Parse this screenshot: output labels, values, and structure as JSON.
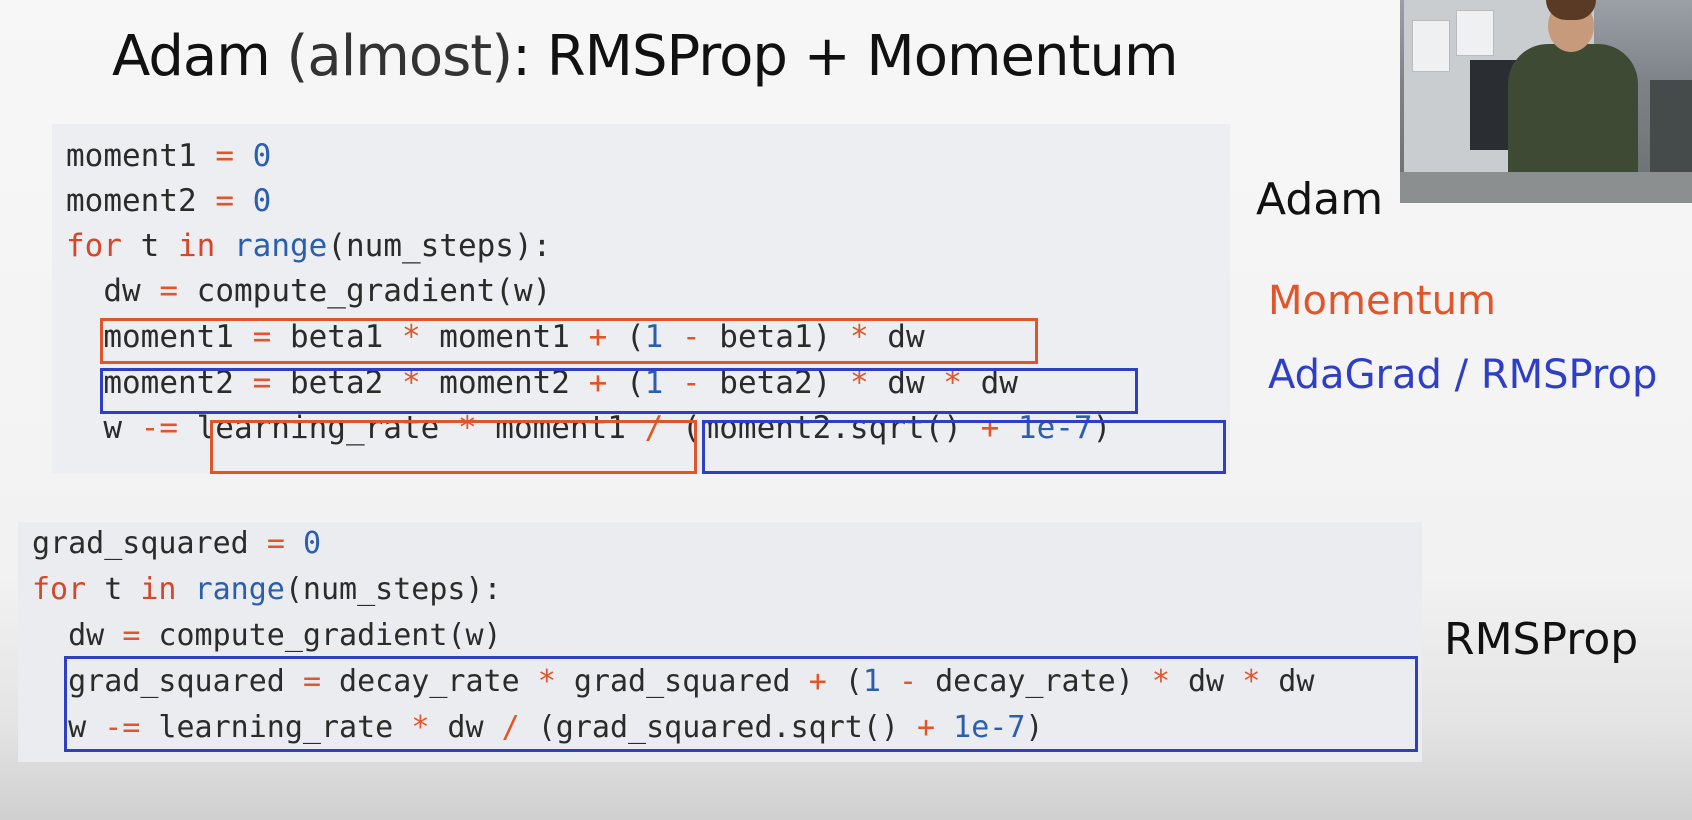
{
  "slide": {
    "title_main": "Adam",
    "title_paren": " (almost)",
    "title_rest": ": RMSProp + Momentum"
  },
  "adam_code": {
    "lines": [
      [
        [
          "moment1 ",
          "id"
        ],
        [
          "=",
          "op"
        ],
        [
          " ",
          "id"
        ],
        [
          "0",
          "num"
        ]
      ],
      [
        [
          "moment2 ",
          "id"
        ],
        [
          "=",
          "op"
        ],
        [
          " ",
          "id"
        ],
        [
          "0",
          "num"
        ]
      ],
      [
        [
          "for",
          "kw"
        ],
        [
          " t ",
          "id"
        ],
        [
          "in",
          "kw"
        ],
        [
          " ",
          "id"
        ],
        [
          "range",
          "fn"
        ],
        [
          "(num_steps):",
          "id"
        ]
      ],
      [
        [
          "  dw ",
          "id"
        ],
        [
          "=",
          "op"
        ],
        [
          " compute_gradient(w)",
          "id"
        ]
      ],
      [
        [
          "  moment1 ",
          "id"
        ],
        [
          "=",
          "op"
        ],
        [
          " beta1 ",
          "id"
        ],
        [
          "*",
          "op"
        ],
        [
          " moment1 ",
          "id"
        ],
        [
          "+",
          "op"
        ],
        [
          " (",
          "id"
        ],
        [
          "1",
          "num"
        ],
        [
          " ",
          "id"
        ],
        [
          "-",
          "op"
        ],
        [
          " beta1) ",
          "id"
        ],
        [
          "*",
          "op"
        ],
        [
          " dw",
          "id"
        ]
      ],
      [
        [
          "  moment2 ",
          "id"
        ],
        [
          "=",
          "op"
        ],
        [
          " beta2 ",
          "id"
        ],
        [
          "*",
          "op"
        ],
        [
          " moment2 ",
          "id"
        ],
        [
          "+",
          "op"
        ],
        [
          " (",
          "id"
        ],
        [
          "1",
          "num"
        ],
        [
          " ",
          "id"
        ],
        [
          "-",
          "op"
        ],
        [
          " beta2) ",
          "id"
        ],
        [
          "*",
          "op"
        ],
        [
          " dw ",
          "id"
        ],
        [
          "*",
          "op"
        ],
        [
          " dw",
          "id"
        ]
      ],
      [
        [
          "  w ",
          "id"
        ],
        [
          "-=",
          "op"
        ],
        [
          " learning_rate ",
          "id"
        ],
        [
          "*",
          "op"
        ],
        [
          " moment1 ",
          "id"
        ],
        [
          "/",
          "op"
        ],
        [
          " (moment2.sqrt() ",
          "id"
        ],
        [
          "+",
          "op"
        ],
        [
          " ",
          "id"
        ],
        [
          "1e-7",
          "num"
        ],
        [
          ")",
          "id"
        ]
      ]
    ]
  },
  "rmsprop_code": {
    "lines": [
      [
        [
          "grad_squared ",
          "id"
        ],
        [
          "=",
          "op"
        ],
        [
          " ",
          "id"
        ],
        [
          "0",
          "num"
        ]
      ],
      [
        [
          "for",
          "kw"
        ],
        [
          " t ",
          "id"
        ],
        [
          "in",
          "kw"
        ],
        [
          " ",
          "id"
        ],
        [
          "range",
          "fn"
        ],
        [
          "(num_steps):",
          "id"
        ]
      ],
      [
        [
          "  dw ",
          "id"
        ],
        [
          "=",
          "op"
        ],
        [
          " compute_gradient(w)",
          "id"
        ]
      ],
      [
        [
          "  grad_squared ",
          "id"
        ],
        [
          "=",
          "op"
        ],
        [
          " decay_rate ",
          "id"
        ],
        [
          "*",
          "op"
        ],
        [
          " grad_squared ",
          "id"
        ],
        [
          "+",
          "op"
        ],
        [
          " (",
          "id"
        ],
        [
          "1",
          "num"
        ],
        [
          " ",
          "id"
        ],
        [
          "-",
          "op"
        ],
        [
          " decay_rate) ",
          "id"
        ],
        [
          "*",
          "op"
        ],
        [
          " dw ",
          "id"
        ],
        [
          "*",
          "op"
        ],
        [
          " dw",
          "id"
        ]
      ],
      [
        [
          "  w ",
          "id"
        ],
        [
          "-=",
          "op"
        ],
        [
          " learning_rate ",
          "id"
        ],
        [
          "*",
          "op"
        ],
        [
          " dw ",
          "id"
        ],
        [
          "/",
          "op"
        ],
        [
          " (grad_squared.sqrt() ",
          "id"
        ],
        [
          "+",
          "op"
        ],
        [
          " ",
          "id"
        ],
        [
          "1e-7",
          "num"
        ],
        [
          ")",
          "id"
        ]
      ]
    ]
  },
  "labels": {
    "adam": "Adam",
    "momentum": "Momentum",
    "adagrad_rmsprop": "AdaGrad / RMSProp",
    "rmsprop": "RMSProp"
  },
  "colors": {
    "momentum_accent": "#e0552a",
    "rmsprop_accent": "#2f3fc5",
    "number": "#2b5fad"
  }
}
